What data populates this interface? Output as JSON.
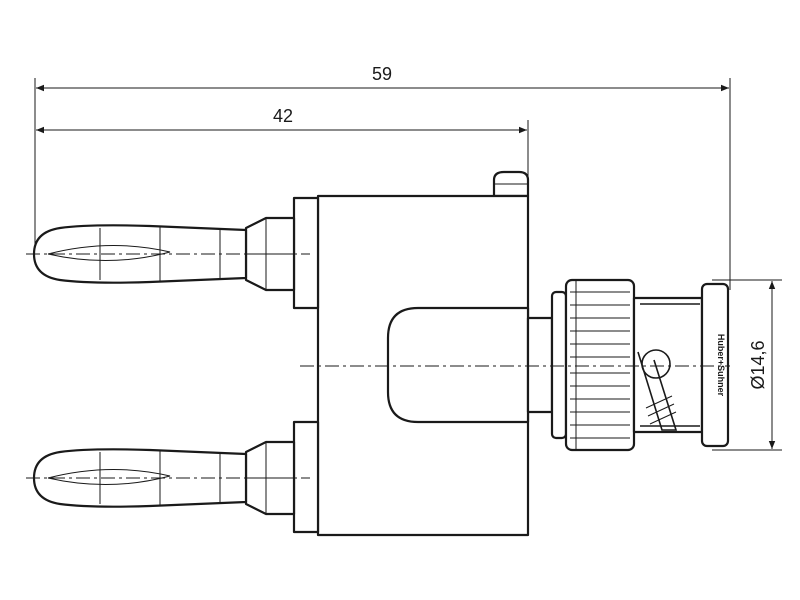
{
  "dimensions": {
    "overall_length": "59",
    "body_length": "42",
    "diameter": "Ø14,6"
  },
  "brand": {
    "label": "Huber+Suhner"
  },
  "colors": {
    "line": "#1a1a1a",
    "background": "#ffffff"
  }
}
